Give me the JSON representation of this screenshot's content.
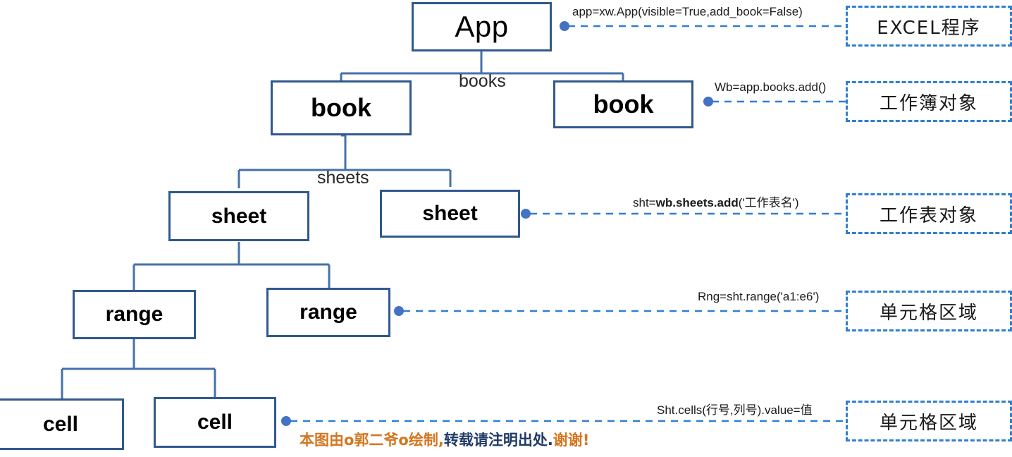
{
  "diagram": {
    "title": "xlwings Excel object model hierarchy",
    "colors": {
      "node_border": "#31588f",
      "desc_border": "#2f7fd1",
      "connector": "#4472a8",
      "dot": "#4472c4",
      "watermark_orange": "#d4761f",
      "watermark_blue": "#1f3a67"
    },
    "nodes": [
      {
        "id": "app",
        "label": "App"
      },
      {
        "id": "book1",
        "label": "book"
      },
      {
        "id": "book2",
        "label": "book"
      },
      {
        "id": "sheet1",
        "label": "sheet"
      },
      {
        "id": "sheet2",
        "label": "sheet"
      },
      {
        "id": "range1",
        "label": "range"
      },
      {
        "id": "range2",
        "label": "range"
      },
      {
        "id": "cell1",
        "label": "cell"
      },
      {
        "id": "cell2",
        "label": "cell"
      }
    ],
    "edge_labels": [
      {
        "id": "books",
        "label": "books"
      },
      {
        "id": "sheets",
        "label": "sheets"
      }
    ],
    "annotations": [
      {
        "id": "app-note",
        "code_plain": "app=xw.App(visible=True,add_book=False)",
        "code_prefix": "app=xw.App(visible=True,add_book=False)",
        "code_bold": "",
        "code_suffix": "",
        "desc": "EXCEL程序"
      },
      {
        "id": "book-note",
        "code_plain": "Wb=app.books.add()",
        "code_prefix": "Wb=app.books.add()",
        "code_bold": "",
        "code_suffix": "",
        "desc": "工作簿对象"
      },
      {
        "id": "sheet-note",
        "code_plain": "sht=wb.sheets.add('工作表名')",
        "code_prefix": "sht=",
        "code_bold": "wb.sheets.add",
        "code_suffix": "('工作表名')",
        "desc": "工作表对象"
      },
      {
        "id": "range-note",
        "code_plain": "Rng=sht.range('a1:e6')",
        "code_prefix": "Rng=sht.range('a1:e6')",
        "code_bold": "",
        "code_suffix": "",
        "desc": "单元格区域"
      },
      {
        "id": "cell-note",
        "code_plain": "Sht.cells(行号,列号).value=值",
        "code_prefix": "Sht.cells(行号,列号).value=值",
        "code_bold": "",
        "code_suffix": "",
        "desc": "单元格区域"
      }
    ],
    "watermark": {
      "part1": "本图由o郭二爷o绘制,",
      "part2": "转载请注明出处.",
      "part3": "谢谢!"
    }
  }
}
